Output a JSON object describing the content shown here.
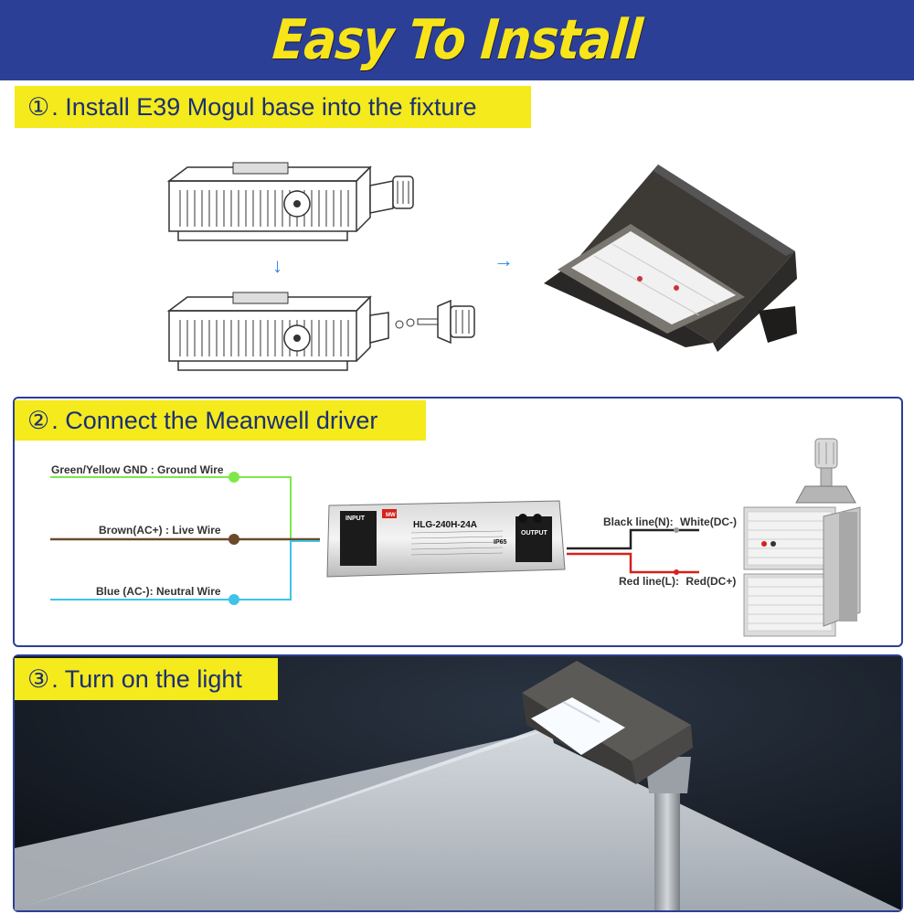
{
  "banner": {
    "title": "Easy To Install"
  },
  "steps": [
    {
      "number": "①",
      "text": ". Install E39 Mogul base into the fixture"
    },
    {
      "number": "②",
      "text": ". Connect the Meanwell driver"
    },
    {
      "number": "③",
      "text": ". Turn on the light"
    }
  ],
  "wiring": {
    "ground": "Green/Yellow GND : Ground Wire",
    "live": "Brown(AC+)  : Live Wire",
    "neutral": "Blue (AC-):  Neutral Wire",
    "black_line": "Black line(N):",
    "black_dc": "White(DC-)",
    "red_line": "Red line(L):",
    "red_dc": "Red(DC+)"
  },
  "driver": {
    "input_label": "INPUT",
    "output_label": "OUTPUT",
    "model": "HLG-240H-24A",
    "rating": "IP65",
    "brand": "MW"
  },
  "colors": {
    "banner_bg": "#2c3f96",
    "banner_text": "#f7e51a",
    "step_bg": "#f5ea1c",
    "step_text": "#1a3075",
    "ground_wire": "#7ee84a",
    "live_wire": "#6b4a2a",
    "neutral_wire": "#3fc3e8",
    "arrow": "#2a86e0"
  },
  "icons": [
    "down-arrow-icon",
    "right-arrow-icon"
  ]
}
